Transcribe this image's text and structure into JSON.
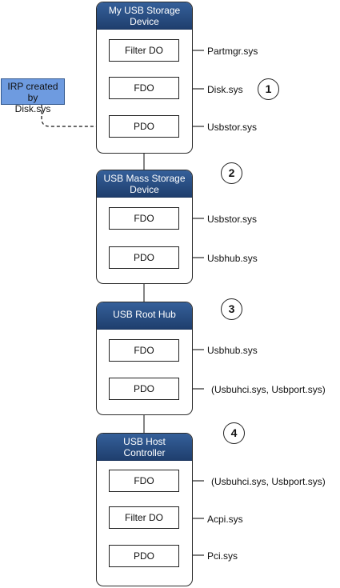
{
  "irp": {
    "line1": "IRP created by",
    "line2": "Disk.sys"
  },
  "stacks": [
    {
      "title1": "My USB Storage",
      "title2": "Device",
      "number": "1",
      "objects": [
        {
          "label": "Filter DO",
          "driver": "Partmgr.sys"
        },
        {
          "label": "FDO",
          "driver": "Disk.sys"
        },
        {
          "label": "PDO",
          "driver": "Usbstor.sys"
        }
      ]
    },
    {
      "title1": "USB Mass Storage",
      "title2": "Device",
      "number": "2",
      "objects": [
        {
          "label": "FDO",
          "driver": "Usbstor.sys"
        },
        {
          "label": "PDO",
          "driver": "Usbhub.sys"
        }
      ]
    },
    {
      "title1": "USB Root Hub",
      "title2": "",
      "number": "3",
      "objects": [
        {
          "label": "FDO",
          "driver": "Usbhub.sys"
        },
        {
          "label": "PDO",
          "driver": "(Usbuhci.sys, Usbport.sys)"
        }
      ]
    },
    {
      "title1": "USB Host",
      "title2": "Controller",
      "number": "4",
      "objects": [
        {
          "label": "FDO",
          "driver": "(Usbuhci.sys, Usbport.sys)"
        },
        {
          "label": "Filter DO",
          "driver": "Acpi.sys"
        },
        {
          "label": "PDO",
          "driver": "Pci.sys"
        }
      ]
    }
  ]
}
